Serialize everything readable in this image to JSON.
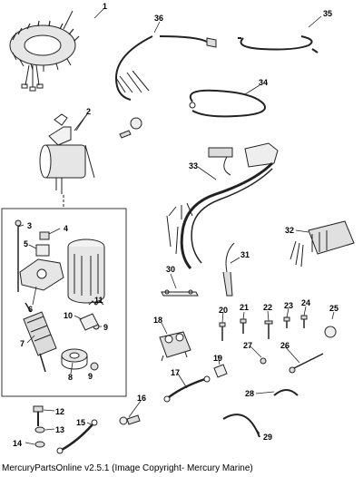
{
  "diagram": {
    "callouts": [
      "1",
      "2",
      "3",
      "4",
      "5",
      "6",
      "7",
      "8",
      "9",
      "9",
      "10",
      "11",
      "12",
      "13",
      "14",
      "15",
      "16",
      "17",
      "18",
      "19",
      "20",
      "21",
      "22",
      "23",
      "24",
      "25",
      "26",
      "27",
      "28",
      "29",
      "30",
      "31",
      "32",
      "33",
      "34",
      "35",
      "36"
    ]
  },
  "footer": {
    "text": "MercuryPartsOnline v2.5.1 (Image Copyright- Mercury Marine)"
  }
}
